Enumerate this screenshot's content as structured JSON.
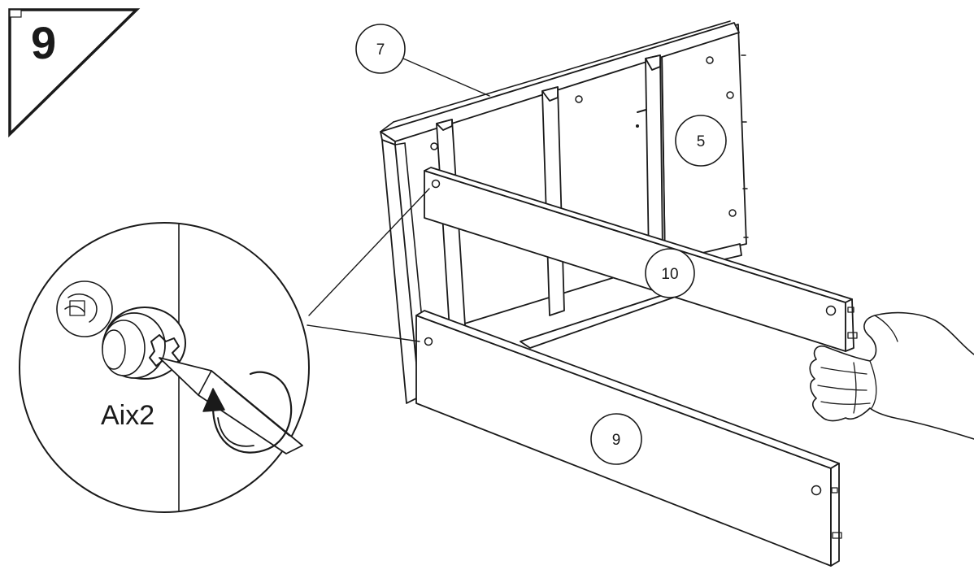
{
  "step": {
    "number": "9"
  },
  "parts": [
    {
      "id": "part-7",
      "label": "7"
    },
    {
      "id": "part-5",
      "label": "5"
    },
    {
      "id": "part-10",
      "label": "10"
    },
    {
      "id": "part-9",
      "label": "9"
    }
  ],
  "detail": {
    "label": "Aix2"
  },
  "colors": {
    "stroke": "#1a1a1a",
    "background": "#ffffff"
  }
}
